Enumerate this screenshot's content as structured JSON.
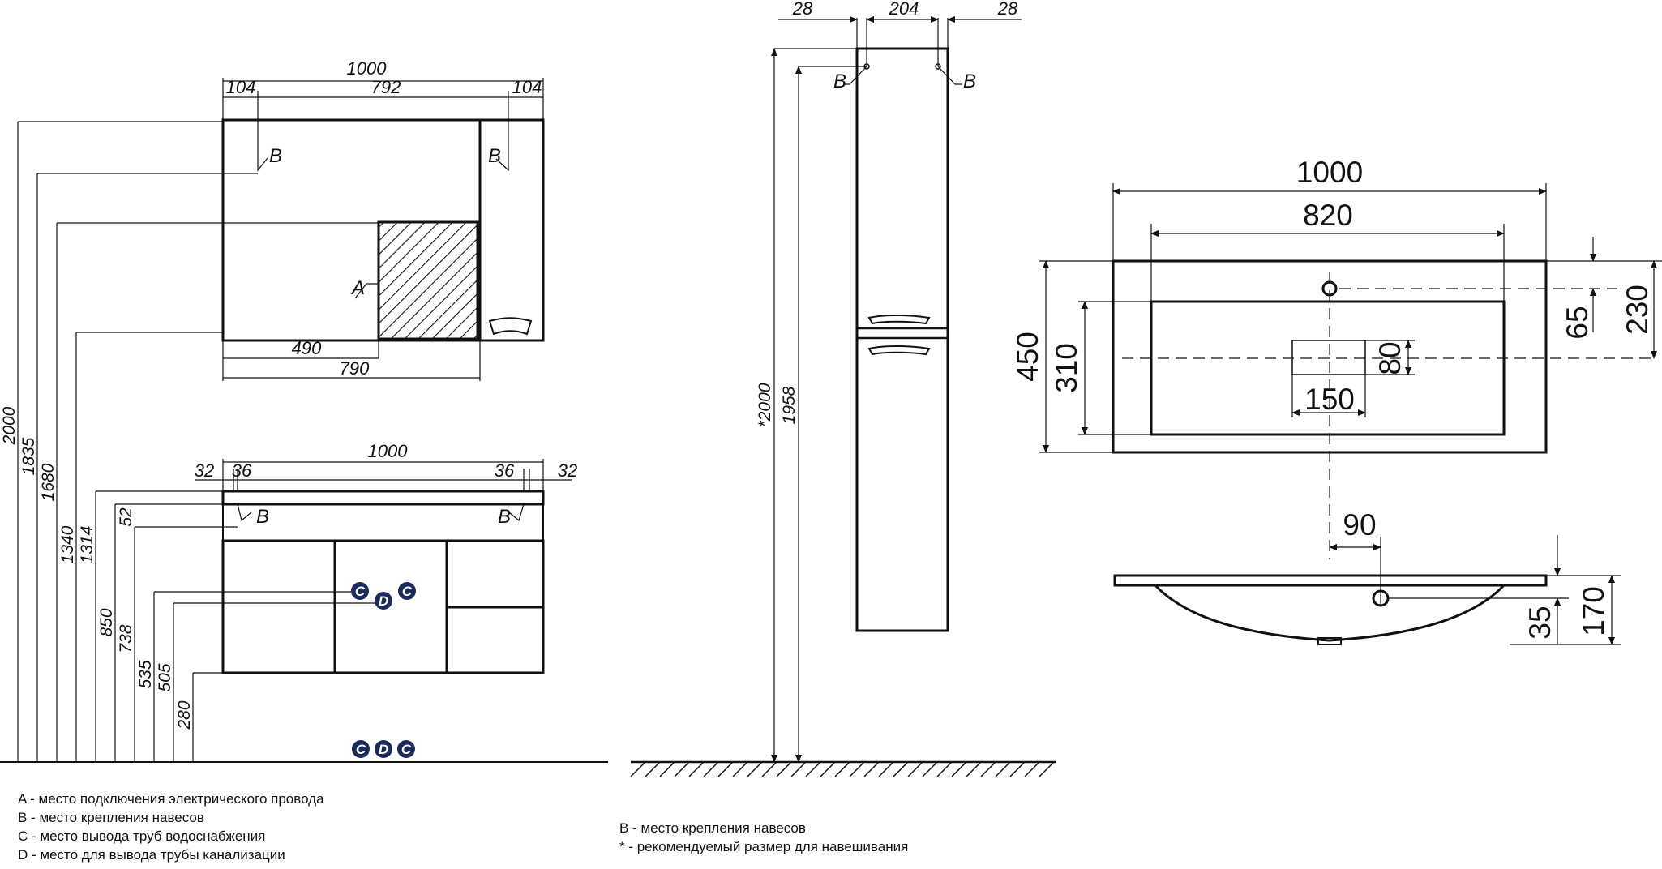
{
  "left_view": {
    "mirror_cabinet": {
      "width": "1000",
      "left_offset": "104",
      "mirror_width": "792",
      "right_offset": "104",
      "marker_b": "B",
      "marker_a": "A",
      "dim_490": "490",
      "dim_790": "790"
    },
    "vanity": {
      "width": "1000",
      "side_left": "32",
      "inner_left": "36",
      "inner_right": "36",
      "side_right": "32",
      "marker_b": "B",
      "points_upper": [
        "C",
        "D",
        "C"
      ],
      "points_floor": [
        "C",
        "D",
        "C"
      ]
    },
    "height_dims": [
      "2000",
      "1835",
      "1680",
      "1340",
      "1314",
      "52",
      "850",
      "738",
      "535",
      "505",
      "280"
    ],
    "legend": [
      "A - место подключения электрического провода",
      "B - место крепления навесов",
      "C - место вывода труб водоснабжения",
      "D - место для вывода трубы канализации"
    ]
  },
  "column_view": {
    "dim_left": "28",
    "dim_width": "204",
    "dim_right": "28",
    "marker_b_left": "B",
    "marker_b_right": "B",
    "height_total": "*2000",
    "height_mount": "1958",
    "legend": [
      "B - место крепления навесов",
      "* - рекомендуемый размер для навешивания"
    ]
  },
  "basin_view": {
    "width_total": "1000",
    "bowl_width": "820",
    "depth_total": "450",
    "bowl_depth": "310",
    "tap_offset": "65",
    "tap_depth": "230",
    "drain_width": "150",
    "drain_depth": "80",
    "section_offset": "90",
    "section_drop": "35",
    "section_height": "170"
  }
}
